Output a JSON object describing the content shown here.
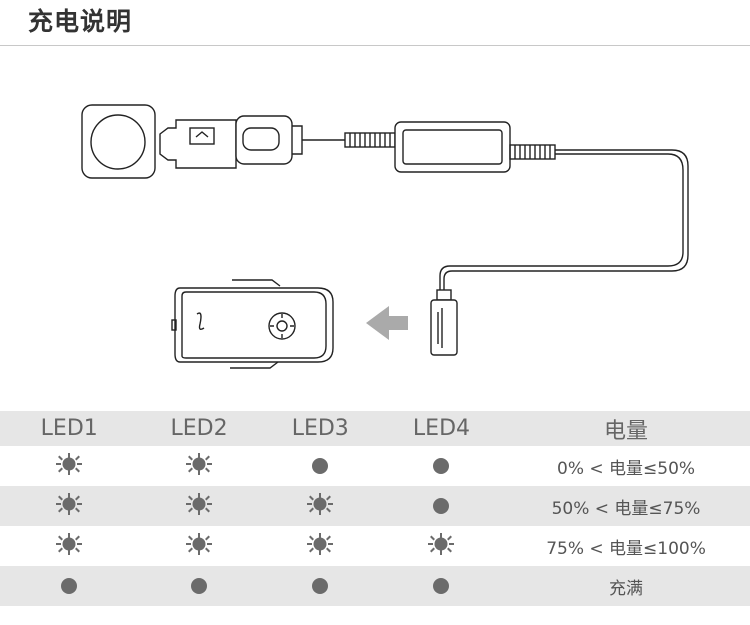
{
  "title": "充电说明",
  "table": {
    "headers": [
      "LED1",
      "LED2",
      "LED3",
      "LED4",
      "电量"
    ],
    "rows": [
      {
        "leds": [
          "blink",
          "blink",
          "solid",
          "solid"
        ],
        "capacity": "0% < 电量≤50%",
        "shaded": false
      },
      {
        "leds": [
          "blink",
          "blink",
          "blink",
          "solid"
        ],
        "capacity": "50% < 电量≤75%",
        "shaded": true
      },
      {
        "leds": [
          "blink",
          "blink",
          "blink",
          "blink"
        ],
        "capacity": "75% < 电量≤100%",
        "shaded": false
      },
      {
        "leds": [
          "solid",
          "solid",
          "solid",
          "solid"
        ],
        "capacity": "充满",
        "shaded": true
      }
    ]
  },
  "colors": {
    "led": "#6b6b6b",
    "shade": "#e6e6e6",
    "header_shade": "#e6e6e6",
    "line": "#222222"
  },
  "icons": {
    "blink": "blinking-led-icon",
    "solid": "solid-led-icon"
  }
}
